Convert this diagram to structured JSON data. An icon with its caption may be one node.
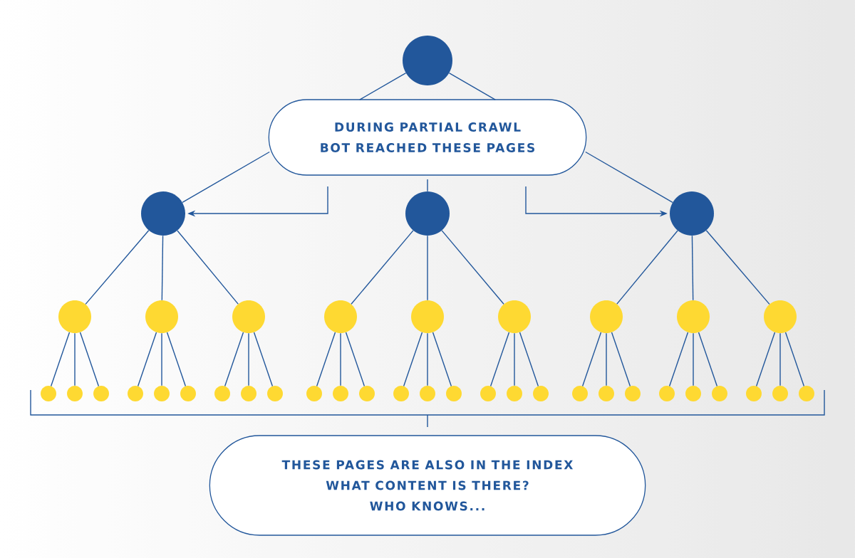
{
  "diagram": {
    "nodes": [
      {
        "text": [],
        "shape": "circle"
      },
      {
        "text": [
          "DURING PARTIAL CRAWL",
          "BOT REACHED THESE PAGES"
        ]
      },
      {
        "text": [],
        "shape": "circle"
      },
      {
        "text": [],
        "shape": "circle"
      },
      {
        "text": [],
        "shape": "circle"
      },
      {
        "text": [],
        "shape": "circle"
      },
      {
        "text": [],
        "shape": "circle"
      },
      {
        "text": [],
        "shape": "circle"
      },
      {
        "text": [],
        "shape": "circle"
      },
      {
        "text": [],
        "shape": "circle"
      },
      {
        "text": [],
        "shape": "circle"
      },
      {
        "text": [],
        "shape": "circle"
      },
      {
        "text": [],
        "shape": "circle"
      },
      {
        "text": [],
        "shape": "circle"
      },
      {
        "text": [],
        "shape": "circle"
      },
      {
        "text": [],
        "shape": "circle"
      },
      {
        "text": [],
        "shape": "circle"
      },
      {
        "text": [],
        "shape": "circle"
      },
      {
        "text": [],
        "shape": "circle"
      },
      {
        "text": [],
        "shape": "circle"
      },
      {
        "text": [],
        "shape": "circle"
      },
      {
        "text": [],
        "shape": "circle"
      },
      {
        "text": [],
        "shape": "circle"
      },
      {
        "text": [],
        "shape": "circle"
      },
      {
        "text": [],
        "shape": "circle"
      },
      {
        "text": [],
        "shape": "circle"
      },
      {
        "text": [],
        "shape": "circle"
      },
      {
        "text": [],
        "shape": "circle"
      },
      {
        "text": [],
        "shape": "circle"
      },
      {
        "text": [],
        "shape": "circle"
      },
      {
        "text": [],
        "shape": "circle"
      },
      {
        "text": [],
        "shape": "circle"
      },
      {
        "text": [],
        "shape": "circle"
      },
      {
        "text": [],
        "shape": "circle"
      },
      {
        "text": [],
        "shape": "circle"
      },
      {
        "text": [],
        "shape": "circle"
      },
      {
        "text": [],
        "shape": "circle"
      },
      {
        "text": [],
        "shape": "circle"
      },
      {
        "text": [],
        "shape": "circle"
      },
      {
        "text": [],
        "shape": "circle"
      },
      {
        "text": [],
        "shape": "circle"
      },
      {
        "text": [
          "THESE PAGES ARE ALSO IN THE INDEX",
          "WHAT CONTENT IS THERE?",
          "WHO KNOWS..."
        ]
      }
    ],
    "edges": [
      {
        "from": 0,
        "to": 1,
        "arrow": "none"
      },
      {
        "from": 0,
        "to": 1,
        "arrow": "none"
      },
      {
        "from": 1,
        "to": 2,
        "arrow": "none"
      },
      {
        "from": 1,
        "to": 4,
        "arrow": "none"
      },
      {
        "from": 1,
        "to": 3,
        "arrow": "none"
      },
      {
        "from": 1,
        "to": 2,
        "arrow": "to"
      },
      {
        "from": 1,
        "to": 4,
        "arrow": "to"
      },
      {
        "from": 2,
        "to": 5,
        "arrow": "none"
      },
      {
        "from": 2,
        "to": 6,
        "arrow": "none"
      },
      {
        "from": 2,
        "to": 7,
        "arrow": "none"
      },
      {
        "from": 3,
        "to": 8,
        "arrow": "none"
      },
      {
        "from": 3,
        "to": 9,
        "arrow": "none"
      },
      {
        "from": 3,
        "to": 10,
        "arrow": "none"
      },
      {
        "from": 4,
        "to": 11,
        "arrow": "none"
      },
      {
        "from": 4,
        "to": 12,
        "arrow": "none"
      },
      {
        "from": 4,
        "to": 13,
        "arrow": "none"
      },
      {
        "from": 5,
        "to": 14,
        "arrow": "none"
      },
      {
        "from": 5,
        "to": 15,
        "arrow": "none"
      },
      {
        "from": 5,
        "to": 16,
        "arrow": "none"
      },
      {
        "from": 6,
        "to": 17,
        "arrow": "none"
      },
      {
        "from": 6,
        "to": 18,
        "arrow": "none"
      },
      {
        "from": 6,
        "to": 19,
        "arrow": "none"
      },
      {
        "from": 7,
        "to": 20,
        "arrow": "none"
      },
      {
        "from": 7,
        "to": 21,
        "arrow": "none"
      },
      {
        "from": 7,
        "to": 22,
        "arrow": "none"
      },
      {
        "from": 8,
        "to": 23,
        "arrow": "none"
      },
      {
        "from": 8,
        "to": 24,
        "arrow": "none"
      },
      {
        "from": 8,
        "to": 25,
        "arrow": "none"
      },
      {
        "from": 9,
        "to": 26,
        "arrow": "none"
      },
      {
        "from": 9,
        "to": 27,
        "arrow": "none"
      },
      {
        "from": 9,
        "to": 28,
        "arrow": "none"
      },
      {
        "from": 10,
        "to": 29,
        "arrow": "none"
      },
      {
        "from": 10,
        "to": 30,
        "arrow": "none"
      },
      {
        "from": 10,
        "to": 31,
        "arrow": "none"
      },
      {
        "from": 11,
        "to": 32,
        "arrow": "none"
      },
      {
        "from": 11,
        "to": 33,
        "arrow": "none"
      },
      {
        "from": 11,
        "to": 34,
        "arrow": "none"
      },
      {
        "from": 12,
        "to": 35,
        "arrow": "none"
      },
      {
        "from": 12,
        "to": 36,
        "arrow": "none"
      },
      {
        "from": 12,
        "to": 37,
        "arrow": "none"
      },
      {
        "from": 13,
        "to": 38,
        "arrow": "none"
      },
      {
        "from": 13,
        "to": 39,
        "arrow": "none"
      },
      {
        "from": 13,
        "to": 40,
        "arrow": "none"
      }
    ]
  }
}
